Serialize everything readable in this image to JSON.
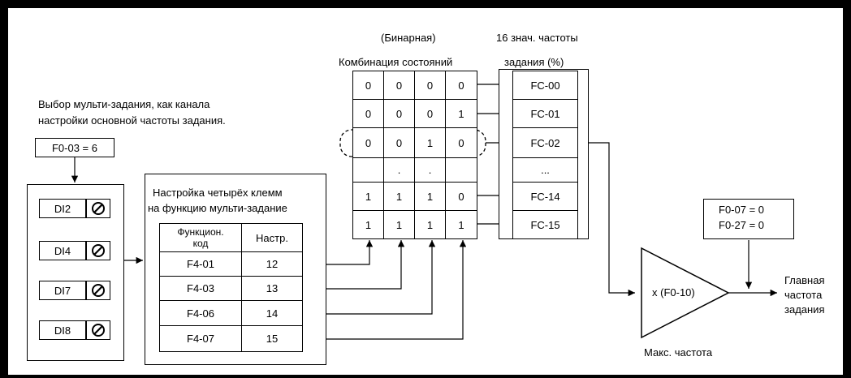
{
  "texts": {
    "select_line1": "Выбор мульти-задания, как канала",
    "select_line2": "настройки основной частоты задания.",
    "f0_03": "F0-03 = 6",
    "setup_line1": "Настройка четырёх клемм",
    "setup_line2": "на функцию мульти-задание",
    "binary": "(Бинарная)",
    "combo": "Комбинация состояний",
    "values_line1": "16 знач. частоты",
    "values_line2": "задания (%)",
    "f0_07": "F0-07 = 0",
    "f0_27": "F0-27 = 0",
    "amp": "x (F0-10)",
    "max_freq": "Макс. частота",
    "out_line1": "Главная",
    "out_line2": "частота",
    "out_line3": "задания"
  },
  "terminals": [
    "DI2",
    "DI4",
    "DI7",
    "DI8"
  ],
  "func_table": {
    "headers": [
      "Функцион. код",
      "Настр."
    ],
    "rows": [
      [
        "F4-01",
        "12"
      ],
      [
        "F4-03",
        "13"
      ],
      [
        "F4-06",
        "14"
      ],
      [
        "F4-07",
        "15"
      ]
    ]
  },
  "state_table": [
    [
      "0",
      "0",
      "0",
      "0"
    ],
    [
      "0",
      "0",
      "0",
      "1"
    ],
    [
      "0",
      "0",
      "1",
      "0"
    ],
    [
      "",
      ".",
      ".",
      ""
    ],
    [
      "1",
      "1",
      "1",
      "0"
    ],
    [
      "1",
      "1",
      "1",
      "1"
    ]
  ],
  "fc_codes": [
    "FC-00",
    "FC-01",
    "FC-02",
    "...",
    "FC-14",
    "FC-15"
  ]
}
